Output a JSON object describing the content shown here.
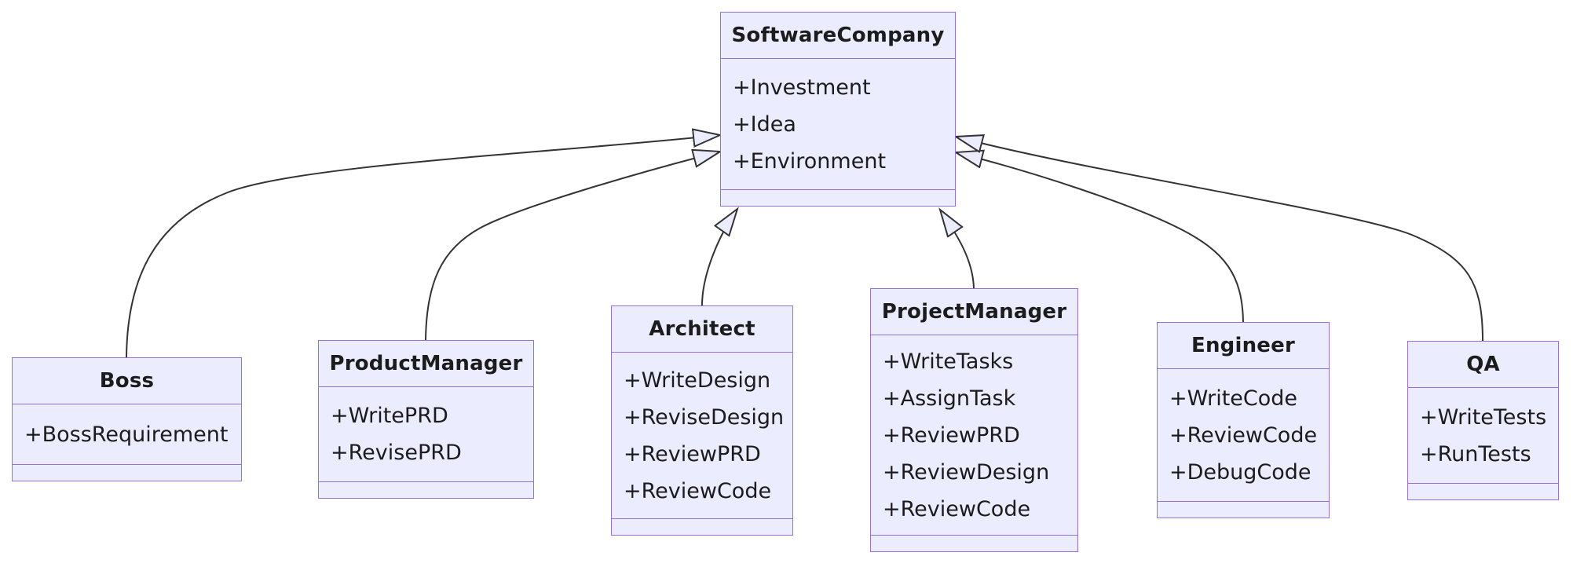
{
  "diagram": {
    "type": "uml-class-diagram",
    "colors": {
      "node_fill": "#ECECFF",
      "node_border": "#9370DB",
      "compartment_divider": "#9370DB",
      "edge_line": "#333333",
      "arrowhead_fill": "#ECECFF",
      "text": "#1c1c1c",
      "background": "#ffffff"
    },
    "classes": [
      {
        "name": "SoftwareCompany",
        "attributes": [
          "+Investment",
          "+Idea",
          "+Environment"
        ],
        "methods": []
      },
      {
        "name": "Boss",
        "attributes": [
          "+BossRequirement"
        ],
        "methods": []
      },
      {
        "name": "ProductManager",
        "attributes": [
          "+WritePRD",
          "+RevisePRD"
        ],
        "methods": []
      },
      {
        "name": "Architect",
        "attributes": [
          "+WriteDesign",
          "+ReviseDesign",
          "+ReviewPRD",
          "+ReviewCode"
        ],
        "methods": []
      },
      {
        "name": "ProjectManager",
        "attributes": [
          "+WriteTasks",
          "+AssignTask",
          "+ReviewPRD",
          "+ReviewDesign",
          "+ReviewCode"
        ],
        "methods": []
      },
      {
        "name": "Engineer",
        "attributes": [
          "+WriteCode",
          "+ReviewCode",
          "+DebugCode"
        ],
        "methods": []
      },
      {
        "name": "QA",
        "attributes": [
          "+WriteTests",
          "+RunTests"
        ],
        "methods": []
      }
    ],
    "relationships": [
      {
        "child": "Boss",
        "parent": "SoftwareCompany",
        "type": "inheritance"
      },
      {
        "child": "ProductManager",
        "parent": "SoftwareCompany",
        "type": "inheritance"
      },
      {
        "child": "Architect",
        "parent": "SoftwareCompany",
        "type": "inheritance"
      },
      {
        "child": "ProjectManager",
        "parent": "SoftwareCompany",
        "type": "inheritance"
      },
      {
        "child": "Engineer",
        "parent": "SoftwareCompany",
        "type": "inheritance"
      },
      {
        "child": "QA",
        "parent": "SoftwareCompany",
        "type": "inheritance"
      }
    ]
  }
}
